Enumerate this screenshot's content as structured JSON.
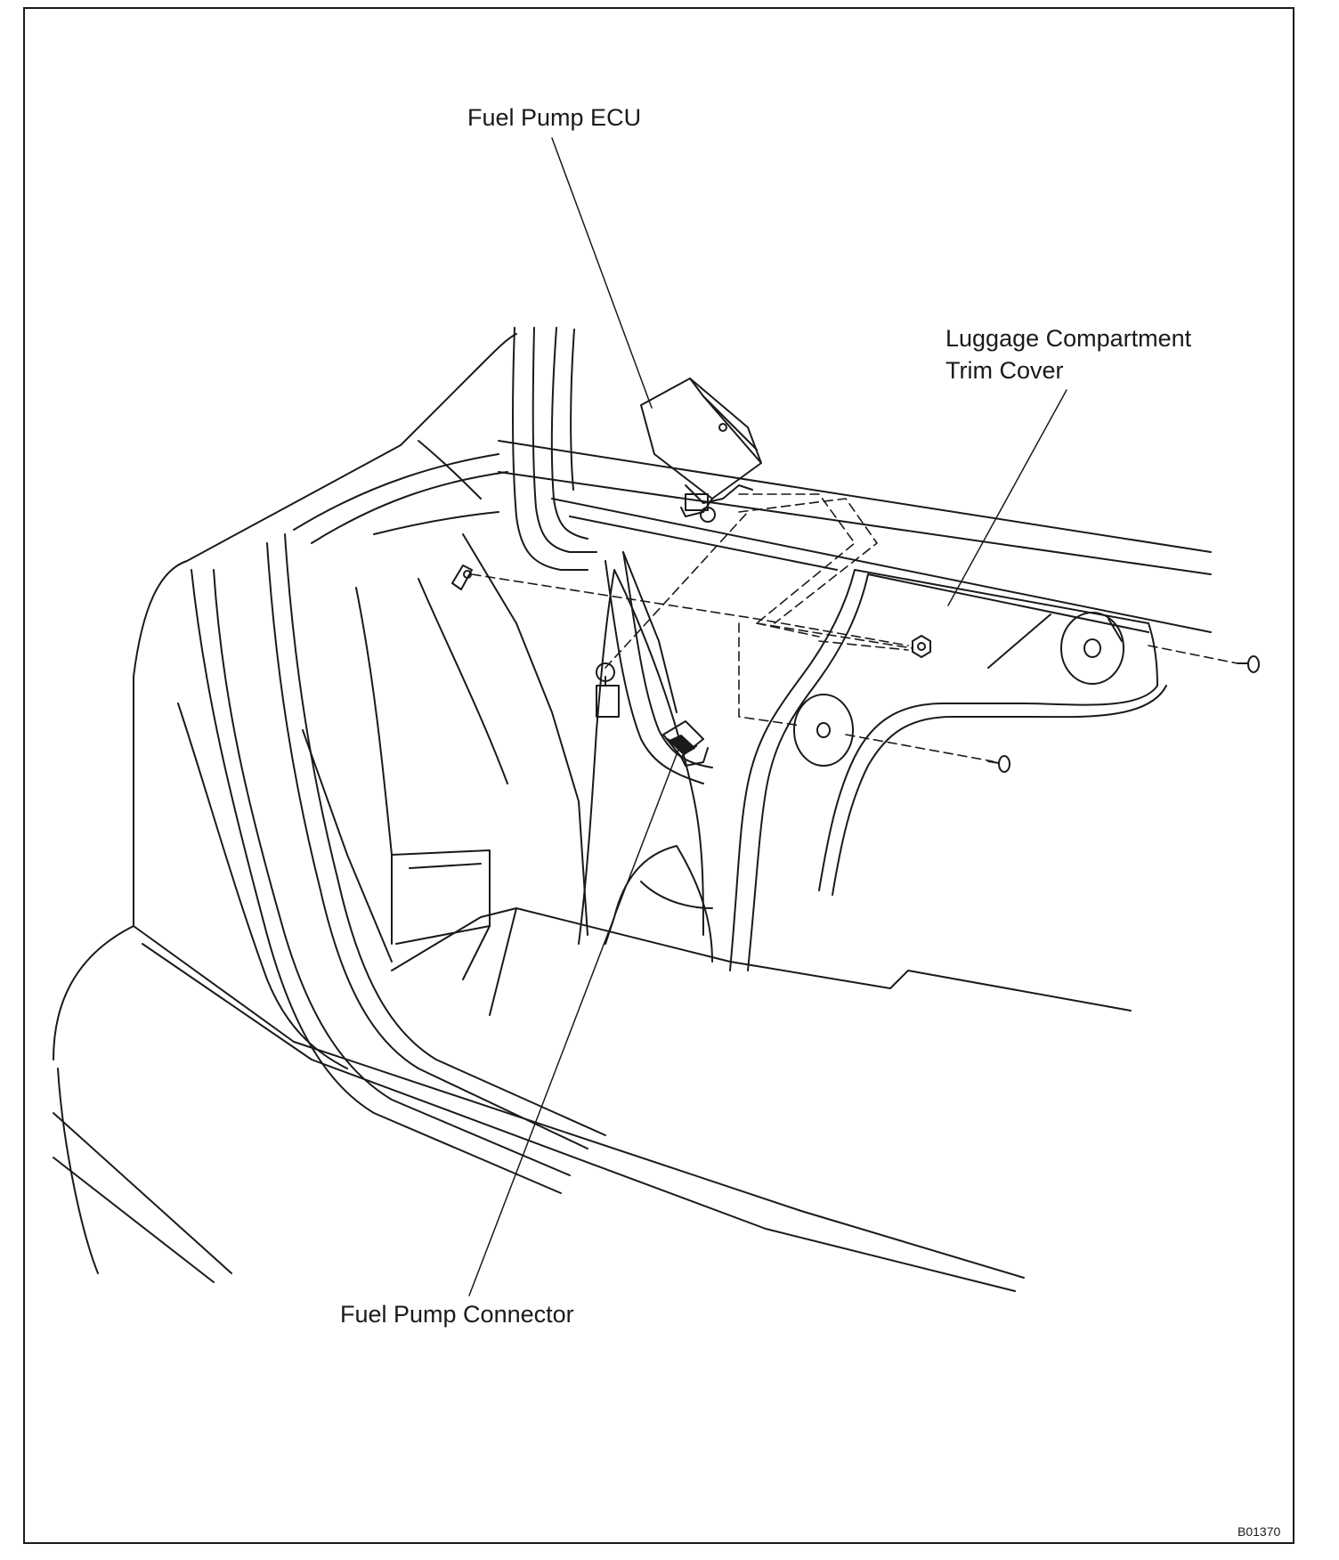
{
  "labels": {
    "fuel_pump_ecu": "Fuel Pump ECU",
    "trim_cover_line1": "Luggage Compartment",
    "trim_cover_line2": "Trim Cover",
    "fuel_pump_connector": "Fuel Pump Connector"
  },
  "figure_code": "B01370"
}
